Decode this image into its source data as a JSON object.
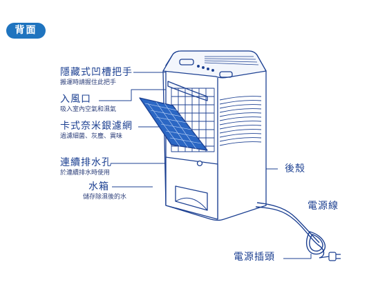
{
  "badge": "背面",
  "labels": [
    {
      "id": "handle",
      "title": "隱藏式凹槽把手",
      "desc": "搬運時請握住此把手"
    },
    {
      "id": "inlet",
      "title": "入風口",
      "desc": "吸入室內空氣和濕氣"
    },
    {
      "id": "filter",
      "title": "卡式奈米銀濾網",
      "desc": "過濾細菌、灰塵、異味"
    },
    {
      "id": "drain",
      "title": "連續排水孔",
      "desc": "於連續排水時使用"
    },
    {
      "id": "tank",
      "title": "水箱",
      "desc": "儲存除濕後的水"
    },
    {
      "id": "rear_shell",
      "title": "後殼",
      "desc": ""
    },
    {
      "id": "power_cord",
      "title": "電源線",
      "desc": ""
    },
    {
      "id": "power_plug",
      "title": "電源插頭",
      "desc": ""
    }
  ],
  "colors": {
    "badge_bg": "#1f74bf",
    "line": "#1b3f91",
    "filter_fill": "#2b67c4"
  }
}
